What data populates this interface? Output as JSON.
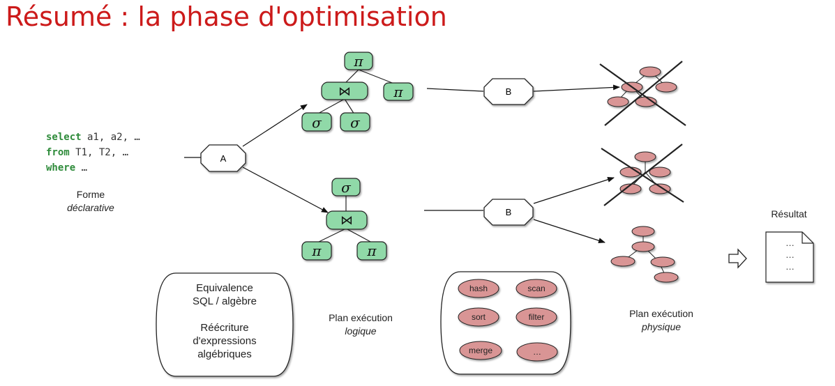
{
  "title": "Résumé : la phase d'optimisation",
  "sql": {
    "line1_kw": "select",
    "line1_rest": " a1, a2, …",
    "line2_kw": "from",
    "line2_rest": " T1, T2, …",
    "line3_kw": "where",
    "line3_rest": " …"
  },
  "forme": {
    "line1": "Forme",
    "line2": "déclarative"
  },
  "node_a": "A",
  "node_b": "B",
  "pi": "π",
  "sigma": "σ",
  "join": "⋈",
  "plan_logique": {
    "line1": "Plan exécution",
    "line2": "logique"
  },
  "plan_physique": {
    "line1": "Plan exécution",
    "line2": "physique"
  },
  "equivalence_box": {
    "line1": "Equivalence",
    "line2": "SQL / algèbre",
    "line3": "Réécriture",
    "line4": "d'expressions",
    "line5": "algébriques"
  },
  "operators": [
    "hash",
    "scan",
    "sort",
    "filter",
    "merge",
    "…"
  ],
  "resultat": "Résultat",
  "doc_lines": [
    "…",
    "…",
    "…"
  ],
  "colors": {
    "title": "#cc1a1a",
    "logical_node": "#90d9a8",
    "physical_node": "#d99595",
    "keyword": "#2e8b3a"
  }
}
